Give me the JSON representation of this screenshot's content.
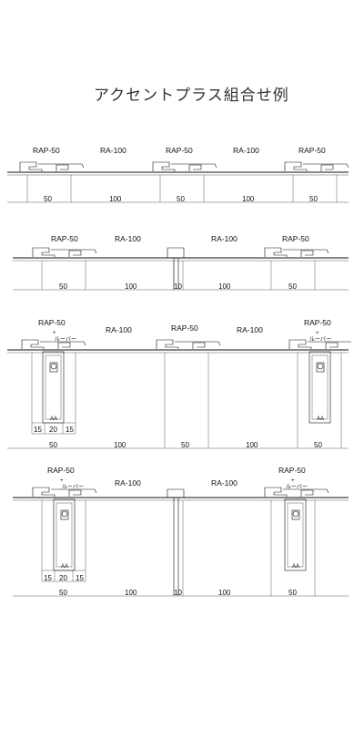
{
  "title": "アクセントプラス組合せ例",
  "examples": [
    {
      "labels": [
        "RAP-50",
        "RA-100",
        "RAP-50",
        "RA-100",
        "RAP-50"
      ],
      "dims": [
        "50",
        "100",
        "50",
        "100",
        "50"
      ]
    },
    {
      "labels": [
        "RAP-50",
        "RA-100",
        "RA-100",
        "RAP-50"
      ],
      "dims": [
        "50",
        "100",
        "10",
        "100",
        "50"
      ]
    },
    {
      "labels": [
        "RAP-50",
        "RA-100",
        "RAP-50",
        "RA-100",
        "RAP-50"
      ],
      "plus": [
        "+",
        "+"
      ],
      "louver": [
        "ルーバー",
        "ルーバー"
      ],
      "dims": [
        "50",
        "100",
        "50",
        "100",
        "50"
      ],
      "sub_dims": [
        "15",
        "20",
        "15"
      ]
    },
    {
      "labels": [
        "RAP-50",
        "RA-100",
        "RA-100",
        "RAP-50"
      ],
      "plus": [
        "+",
        "+"
      ],
      "louver": [
        "ルーバー",
        "ルーバー"
      ],
      "dims": [
        "50",
        "100",
        "10",
        "100",
        "50"
      ],
      "sub_dims": [
        "15",
        "20",
        "15"
      ]
    }
  ]
}
